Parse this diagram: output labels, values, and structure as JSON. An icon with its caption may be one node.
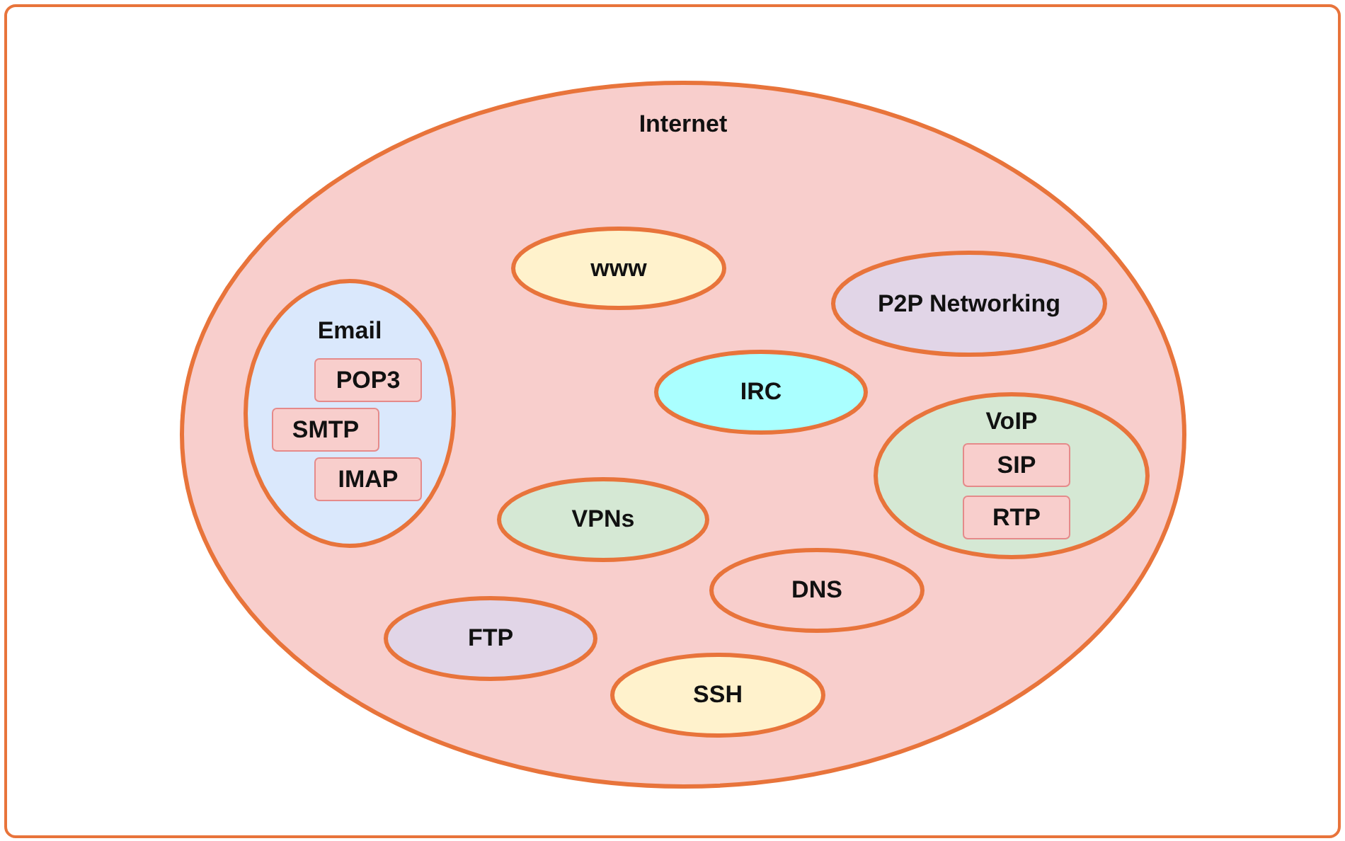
{
  "diagram": {
    "nodes": [
      {
        "text": [
          "Internet"
        ]
      },
      {
        "text": [
          "www"
        ],
        "in": 0
      },
      {
        "text": [
          "P2P Networking"
        ],
        "in": 0
      },
      {
        "text": [
          "Email"
        ],
        "in": 0
      },
      {
        "text": [
          "POP3"
        ],
        "in": 3
      },
      {
        "text": [
          "SMTP"
        ],
        "in": 3
      },
      {
        "text": [
          "IMAP"
        ],
        "in": 3
      },
      {
        "text": [
          "IRC"
        ],
        "in": 0
      },
      {
        "text": [
          "VoIP"
        ],
        "in": 0
      },
      {
        "text": [
          "SIP"
        ],
        "in": 8
      },
      {
        "text": [
          "RTP"
        ],
        "in": 8
      },
      {
        "text": [
          "VPNs"
        ],
        "in": 0
      },
      {
        "text": [
          "DNS"
        ],
        "in": 0
      },
      {
        "text": [
          "FTP"
        ],
        "in": 0
      },
      {
        "text": [
          "SSH"
        ],
        "in": 0
      }
    ]
  }
}
